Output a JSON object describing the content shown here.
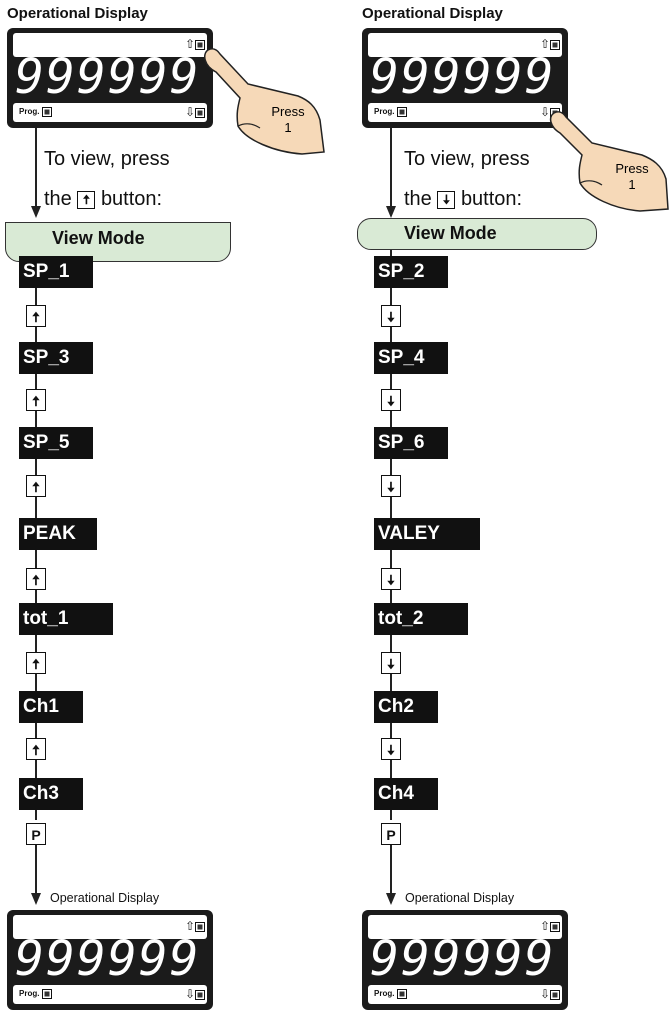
{
  "left": {
    "title": "Operational Display",
    "display_value": "999999",
    "prog_label": "Prog.",
    "up_glyph": "⇧",
    "down_glyph": "⇩",
    "press_label": "Press",
    "press_number": "1",
    "instruction_line1": "To view, press",
    "instruction_line2_before": "the",
    "instruction_line2_after": "button:",
    "button_glyph": "🠅",
    "view_mode": "View Mode",
    "params": [
      "SP_1",
      "SP_3",
      "SP_5",
      "PEAK",
      "tot_1",
      "Ch1",
      "Ch3"
    ],
    "step_glyph": "🠅",
    "prog_key": "P",
    "bottom_title": "Operational Display"
  },
  "right": {
    "title": "Operational Display",
    "display_value": "999999",
    "prog_label": "Prog.",
    "up_glyph": "⇧",
    "down_glyph": "⇩",
    "press_label": "Press",
    "press_number": "1",
    "instruction_line1": "To view, press",
    "instruction_line2_before": "the",
    "instruction_line2_after": "button:",
    "button_glyph": "🠇",
    "view_mode": "View Mode",
    "params": [
      "SP_2",
      "SP_4",
      "SP_6",
      "VALEY",
      "tot_2",
      "Ch2",
      "Ch4"
    ],
    "step_glyph": "🠇",
    "prog_key": "P",
    "bottom_title": "Operational Display"
  }
}
